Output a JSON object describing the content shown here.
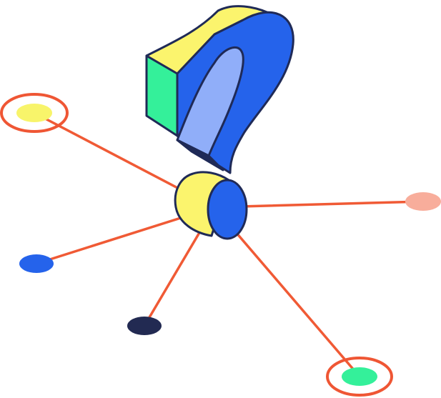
{
  "illustration": {
    "subject": "question-mark-icon",
    "connector": "hub-cylinder",
    "nodes": [
      {
        "name": "node-top-left",
        "color": "#f8f46a",
        "ringed": true
      },
      {
        "name": "node-right",
        "color": "#f8ad9b",
        "ringed": false
      },
      {
        "name": "node-left",
        "color": "#2563eb",
        "ringed": false
      },
      {
        "name": "node-bottom",
        "color": "#222a52",
        "ringed": false
      },
      {
        "name": "node-bottom-right",
        "color": "#34f09a",
        "ringed": true
      }
    ]
  },
  "colors": {
    "outline": "#1f2a57",
    "line": "#f05a35",
    "ring": "#ef5634",
    "yellow": "#fbf46d",
    "blue": "#2563eb",
    "light_blue": "#90aef9",
    "green": "#34f09a",
    "navy": "#1f2a57",
    "background": "#ffffff"
  }
}
